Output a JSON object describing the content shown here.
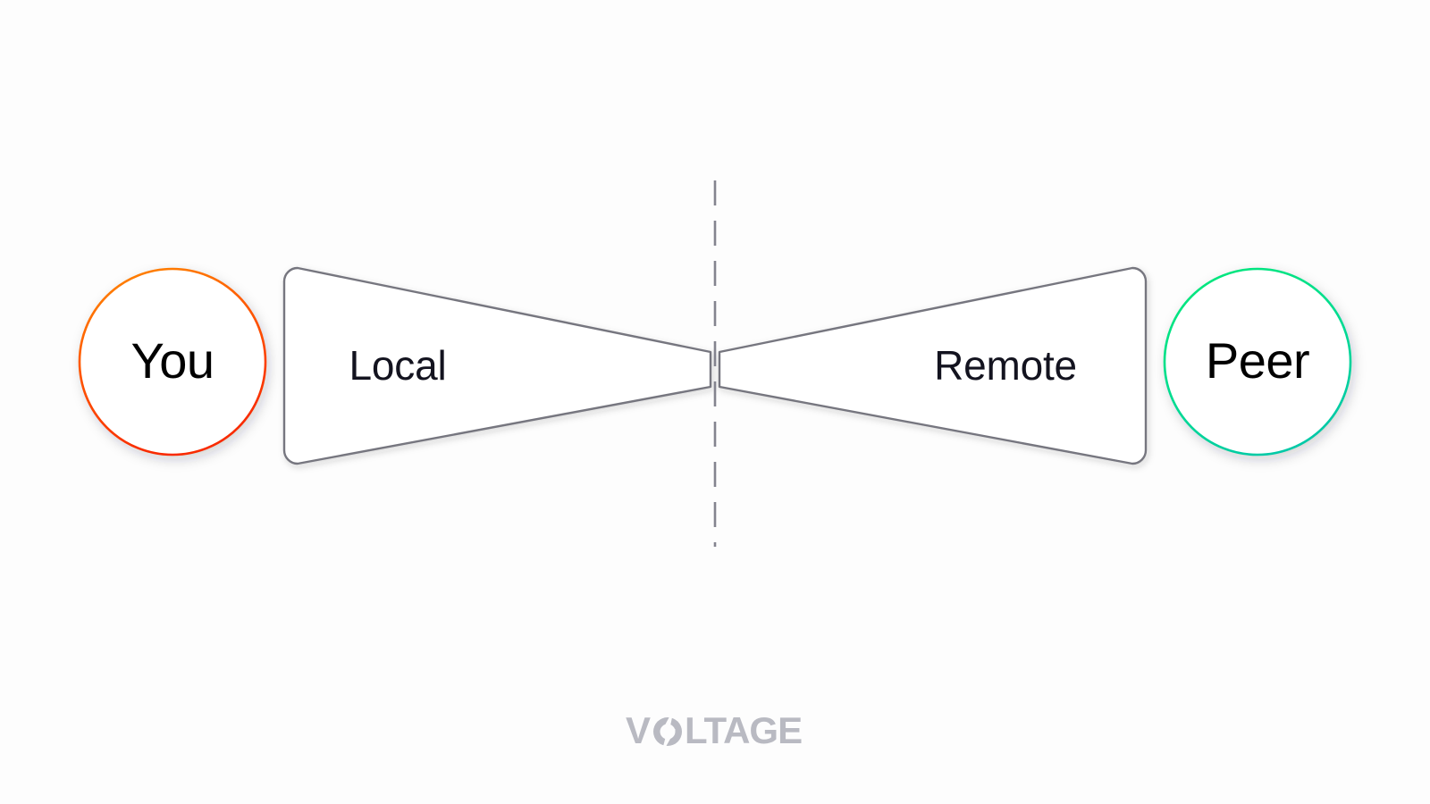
{
  "diagram": {
    "type": "lightning-payment-channel",
    "background_color": "#fdfdfd",
    "endpoints": [
      {
        "id": "you",
        "label": "You",
        "shape": "circle",
        "ring_gradient_from": "#ff8a00",
        "ring_gradient_to": "#f92b00",
        "text_color": "#000000"
      },
      {
        "id": "peer",
        "label": "Peer",
        "shape": "circle",
        "ring_gradient_from": "#00e87a",
        "ring_gradient_to": "#00c9a7",
        "text_color": "#000000"
      }
    ],
    "channel_sides": [
      {
        "id": "local",
        "label": "Local",
        "shape": "trapezoid",
        "stroke_color": "#76767f",
        "text_color": "#13131f"
      },
      {
        "id": "remote",
        "label": "Remote",
        "shape": "trapezoid",
        "stroke_color": "#76767f",
        "text_color": "#13131f"
      }
    ],
    "divider": {
      "id": "channel-divider",
      "style": "dashed",
      "orientation": "vertical",
      "color": "#84848f"
    }
  },
  "brand": {
    "name": "VOLTAGE",
    "letters_before_o": "V",
    "letters_after_o": "LTAGE",
    "color": "#b9bac2",
    "mark": "lightning-bolt-o"
  }
}
